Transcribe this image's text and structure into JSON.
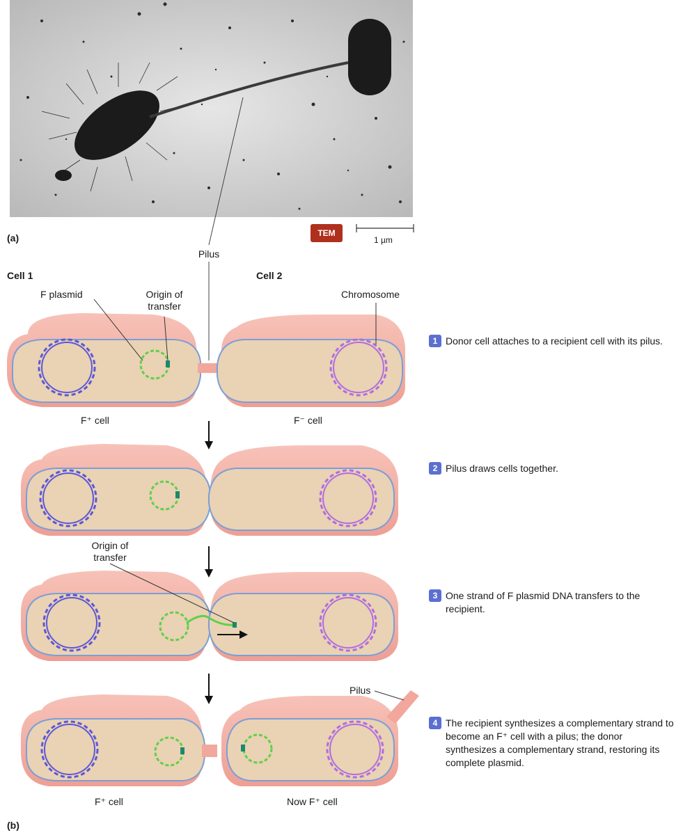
{
  "panel_a": {
    "label": "(a)",
    "tem_badge": "TEM",
    "scale_bar_label": "1 µm"
  },
  "panel_b": {
    "label": "(b)",
    "pilus_label": "Pilus",
    "cell1_label": "Cell 1",
    "cell2_label": "Cell 2",
    "f_plasmid_label": "F plasmid",
    "origin_label_1": "Origin of transfer",
    "chromosome_label": "Chromosome",
    "f_plus_cell": "F⁺ cell",
    "f_minus_cell": "F⁻ cell",
    "origin_label_2": "Origin of transfer",
    "pilus_label_2": "Pilus",
    "f_plus_cell_bottom": "F⁺ cell",
    "now_f_plus_cell": "Now F⁺ cell"
  },
  "steps": [
    {
      "number": "1",
      "text": "Donor cell attaches to a recipient cell with its pilus."
    },
    {
      "number": "2",
      "text": "Pilus draws cells together."
    },
    {
      "number": "3",
      "text": "One strand of F plasmid DNA transfers to the recipient."
    },
    {
      "number": "4",
      "text": "The recipient synthesizes a complementary strand to become an F⁺ cell with a pilus; the donor synthesizes a complementary strand, restoring its complete plasmid."
    }
  ],
  "colors": {
    "cell_wall": "#f2a79c",
    "cell_interior": "#ead2b4",
    "membrane": "#7a9fd6",
    "chromosome_donor": "#5b57d6",
    "chromosome_recipient": "#b06de0",
    "plasmid": "#5fd04a",
    "tem_badge": "#b0301e",
    "step_badge": "#5b6fd0"
  }
}
